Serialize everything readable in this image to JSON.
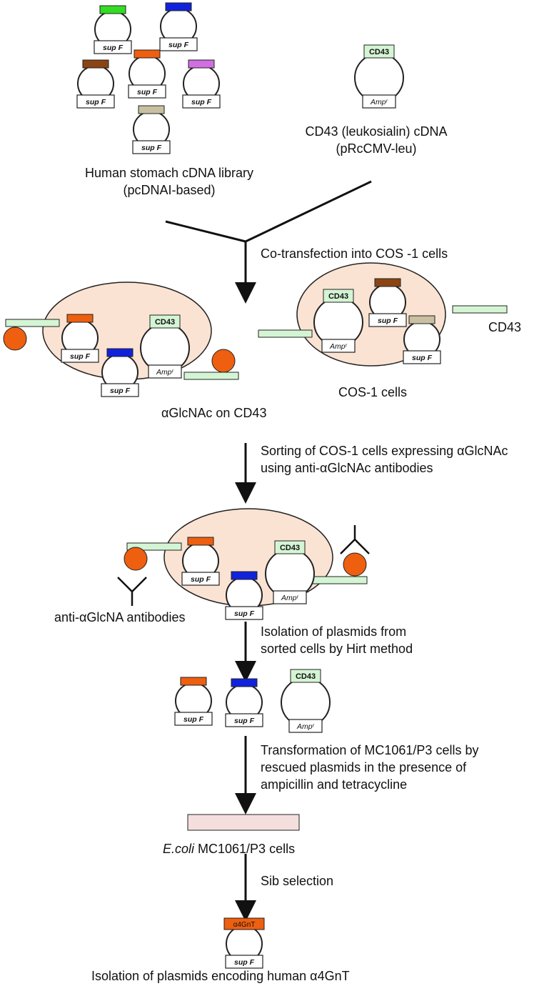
{
  "library": {
    "title_line1": "Human stomach cDNA library",
    "title_line2": "(pcDNAI-based)"
  },
  "cd43_source": {
    "title_line1": "CD43 (leukosialin) cDNA",
    "title_line2": "(pRcCMV-leu)"
  },
  "plasmid_labels": {
    "supf": "sup F",
    "amp": "Ampʳ",
    "cd43": "CD43",
    "a4gnt": "α4GnT"
  },
  "steps": {
    "step1": "Co-transfection into COS -1 cells",
    "step2_line1": "Sorting of COS-1 cells expressing αGlcNAc",
    "step2_line2": "using anti-αGlcNAc antibodies",
    "step3_line1": "Isolation of plasmids from",
    "step3_line2": "sorted cells by Hirt method",
    "step4_line1": "Transformation of MC1061/P3 cells by",
    "step4_line2": "rescued plasmids in the presence of",
    "step4_line3": "ampicillin and tetracycline",
    "step5": "Sib selection"
  },
  "labels": {
    "cd43_side": "CD43",
    "cos_cells": "COS-1 cells",
    "aglcnac_on_cd43": "αGlcNAc on CD43",
    "antibodies": "anti-αGlcNA antibodies",
    "ecoli_italic": "E.coli",
    "ecoli_rest": " MC1061/P3 cells",
    "final": "Isolation of plasmids encoding human α4GnT"
  },
  "colors": {
    "green": "#33dd22",
    "blue": "#1122dd",
    "brown": "#8b4513",
    "orange": "#ee5f10",
    "violet": "#d070e0",
    "khaki": "#c8c0a0",
    "cd43_fill": "#d4f5d4",
    "cell_fill": "#fbe3d3",
    "ecoli_fill": "#f5dede"
  }
}
